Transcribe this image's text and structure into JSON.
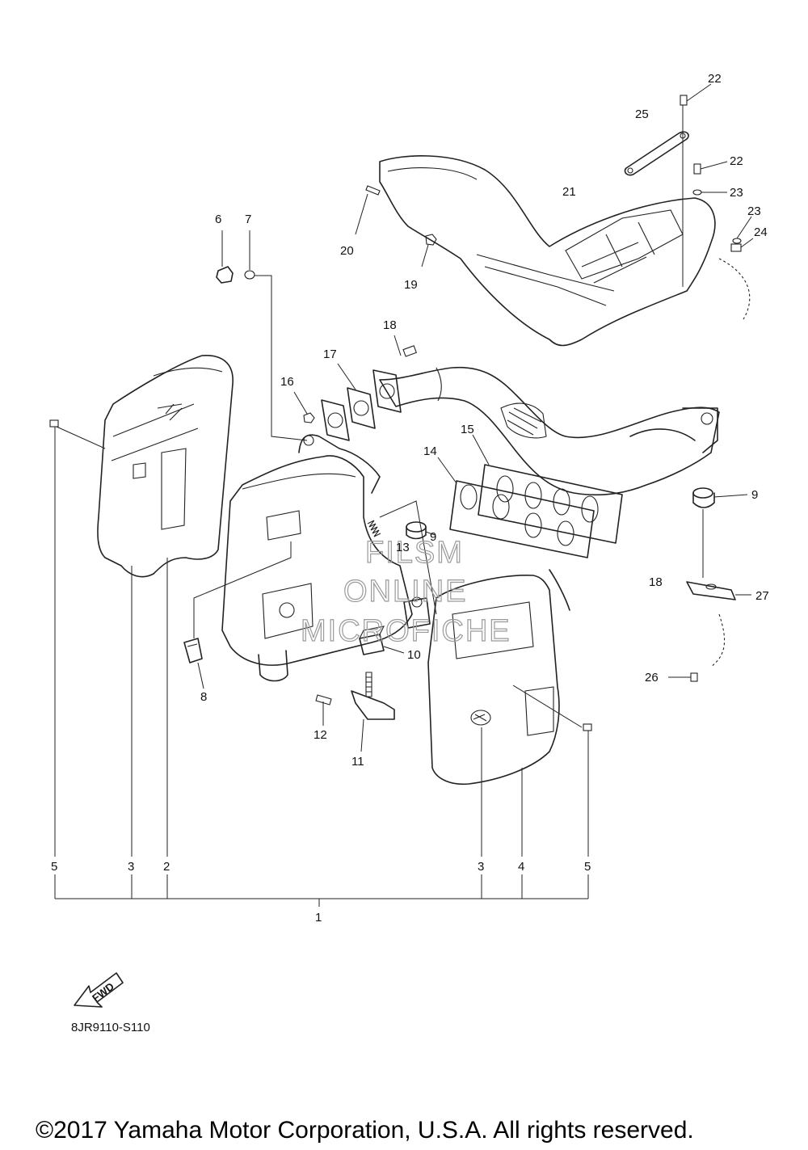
{
  "diagram": {
    "callouts": [
      {
        "id": "c1",
        "label": "1"
      },
      {
        "id": "c2",
        "label": "2"
      },
      {
        "id": "c3a",
        "label": "3"
      },
      {
        "id": "c3b",
        "label": "3"
      },
      {
        "id": "c4",
        "label": "4"
      },
      {
        "id": "c5a",
        "label": "5"
      },
      {
        "id": "c5b",
        "label": "5"
      },
      {
        "id": "c6",
        "label": "6"
      },
      {
        "id": "c7",
        "label": "7"
      },
      {
        "id": "c8",
        "label": "8"
      },
      {
        "id": "c9a",
        "label": "9"
      },
      {
        "id": "c9b",
        "label": "9"
      },
      {
        "id": "c10",
        "label": "10"
      },
      {
        "id": "c11",
        "label": "11"
      },
      {
        "id": "c12",
        "label": "12"
      },
      {
        "id": "c13",
        "label": "13"
      },
      {
        "id": "c14",
        "label": "14"
      },
      {
        "id": "c15",
        "label": "15"
      },
      {
        "id": "c16",
        "label": "16"
      },
      {
        "id": "c17",
        "label": "17"
      },
      {
        "id": "c18a",
        "label": "18"
      },
      {
        "id": "c18b",
        "label": "18"
      },
      {
        "id": "c19",
        "label": "19"
      },
      {
        "id": "c20",
        "label": "20"
      },
      {
        "id": "c21",
        "label": "21"
      },
      {
        "id": "c22a",
        "label": "22"
      },
      {
        "id": "c22b",
        "label": "22"
      },
      {
        "id": "c23a",
        "label": "23"
      },
      {
        "id": "c23b",
        "label": "23"
      },
      {
        "id": "c24",
        "label": "24"
      },
      {
        "id": "c25",
        "label": "25"
      },
      {
        "id": "c26",
        "label": "26"
      },
      {
        "id": "c27",
        "label": "27"
      }
    ],
    "fwd_label": "FWD",
    "diagram_code": "8JR9110-S110",
    "watermark": [
      "FILSM",
      "ONLINE",
      "MICROFICHE"
    ],
    "copyright": "©2017 Yamaha Motor Corporation, U.S.A. All rights reserved."
  }
}
